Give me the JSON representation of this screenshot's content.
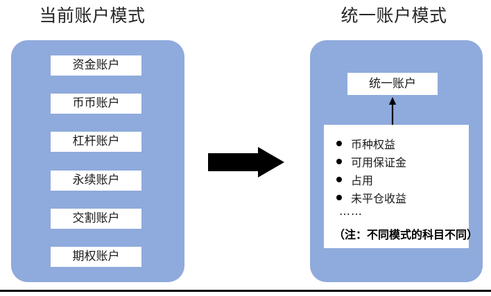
{
  "diagram": {
    "left_panel": {
      "title": "当前账户模式",
      "accounts": [
        {
          "label": "资金账户"
        },
        {
          "label": "币币账户"
        },
        {
          "label": "杠杆账户"
        },
        {
          "label": "永续账户"
        },
        {
          "label": "交割账户"
        },
        {
          "label": "期权账户"
        }
      ]
    },
    "right_panel": {
      "title": "统一账户模式",
      "unified_box_label": "统一账户",
      "detail_items": [
        {
          "label": "币种权益"
        },
        {
          "label": "可用保证金"
        },
        {
          "label": "占用"
        },
        {
          "label": "未平仓收益"
        }
      ],
      "ellipsis": "……",
      "note": "（注：不同模式的科目不同）"
    },
    "transition_arrow_icon": "right-arrow-icon",
    "up_arrow_icon": "up-arrow-icon"
  },
  "colors": {
    "panel_blue": "#8FAADC",
    "box_white": "#FFFFFF",
    "arrow_black": "#000000",
    "text_dark": "#1A1A1A"
  }
}
